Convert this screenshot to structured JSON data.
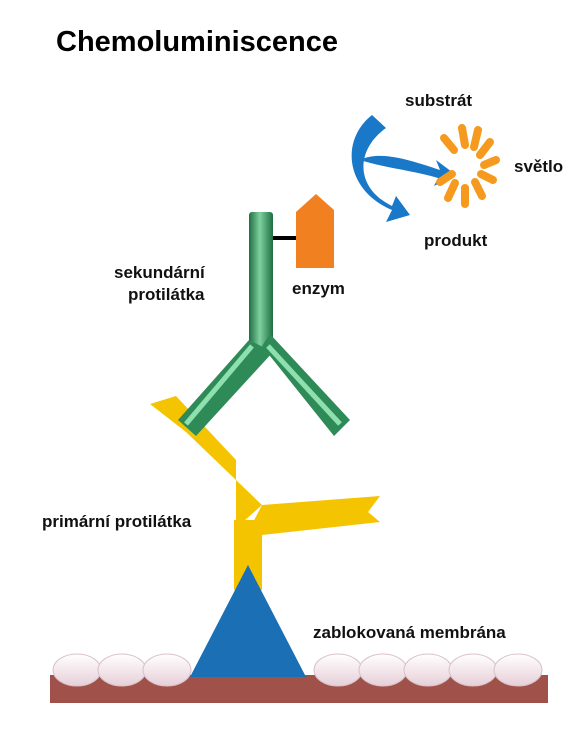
{
  "title": "Chemoluminiscence",
  "labels": {
    "substrate": "substrát",
    "light": "světlo",
    "product": "produkt",
    "secondary_antibody_line1": "sekundární",
    "secondary_antibody_line2": "protilátka",
    "enzyme": "enzym",
    "primary_antibody": "primární protilátka",
    "blocked_membrane": "zablokovaná membrána"
  },
  "colors": {
    "secondary_antibody": "#2e8b57",
    "primary_antibody": "#f5c400",
    "enzyme": "#f08020",
    "antigen": "#1a6fb5",
    "membrane": "#a0524a",
    "blocking_beads": "#f2e4ea",
    "arrow": "#1a78c8",
    "light_rays": "#f59a1e"
  }
}
